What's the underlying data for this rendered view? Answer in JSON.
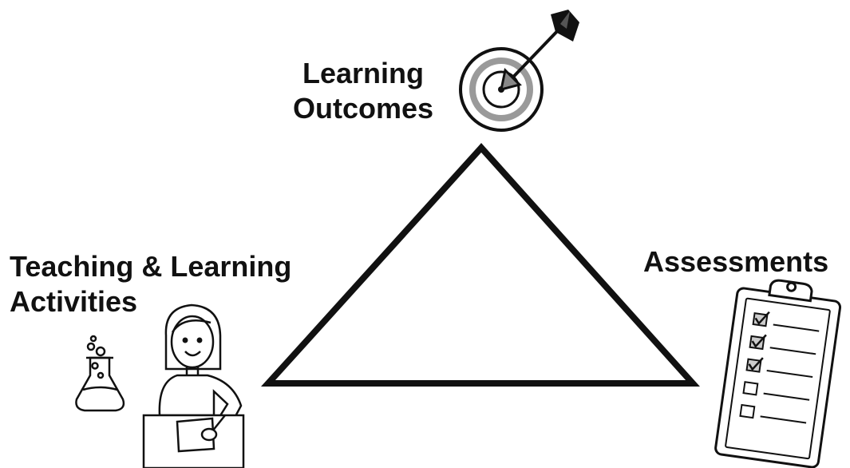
{
  "diagram": {
    "outcomes": {
      "line1": "Learning",
      "line2": "Outcomes",
      "icon": "target-with-arrow-icon"
    },
    "activities": {
      "line1": "Teaching & Learning",
      "line2": "Activities",
      "icon": "student-at-desk-icon",
      "secondary_icon": "lab-flask-icon"
    },
    "assessments": {
      "label": "Assessments",
      "icon": "clipboard-checklist-icon"
    },
    "shape": "triangle"
  }
}
